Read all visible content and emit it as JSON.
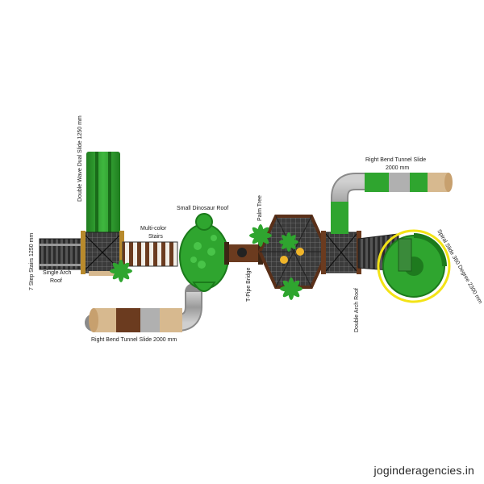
{
  "labels": {
    "double_wave_dual_slide": "Double Wave Dual Slide 1250 mm",
    "seven_step_stairs": "7 Step Stairs 1250 mm",
    "single_arch_roof_line1": "Single Arch",
    "single_arch_roof_line2": "Roof",
    "multi_color_stairs_line1": "Multi-color",
    "multi_color_stairs_line2": "Stairs",
    "small_dinosaur_roof": "Small Dinosaur Roof",
    "palm_tree": "Palm Tree",
    "t_pipe_bridge": "T-Pipe Bridge",
    "right_bend_tunnel_slide_top_line1": "Right Bend Tunnel Slide",
    "right_bend_tunnel_slide_top_line2": "2000 mm",
    "right_bend_tunnel_slide_bottom": "Right Bend Tunnel Slide  2000 mm",
    "double_arch_roof": "Double Arch Roof",
    "spiral_slide": "Spiral Slide 360 Degree 2300 mm"
  },
  "watermark": "joginderagencies.in",
  "colors": {
    "green": "#2e9e2e",
    "dark_green": "#1e7a1e",
    "brown": "#6b3b1f",
    "tan": "#d7b98f",
    "grey_pipe": "#a9a9a9",
    "deck": "#3a3a3a",
    "yellow_ring": "#f3e316"
  }
}
